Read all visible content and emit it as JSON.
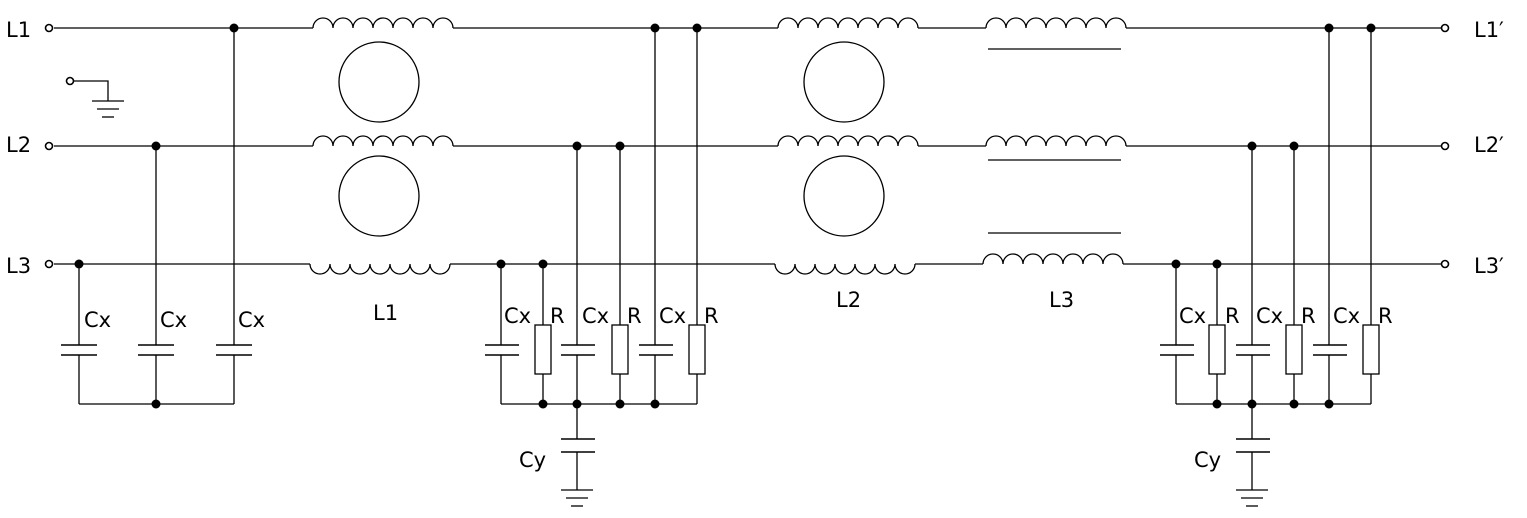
{
  "terminals": {
    "L1": "L1",
    "L2": "L2",
    "L3": "L3",
    "L1p": "L1′",
    "L2p": "L2′",
    "L3p": "L3′"
  },
  "inductors": {
    "L1": "L1",
    "L2": "L2",
    "L3": "L3"
  },
  "components": {
    "cx": "Cx",
    "r": "R",
    "cy": "Cy"
  }
}
